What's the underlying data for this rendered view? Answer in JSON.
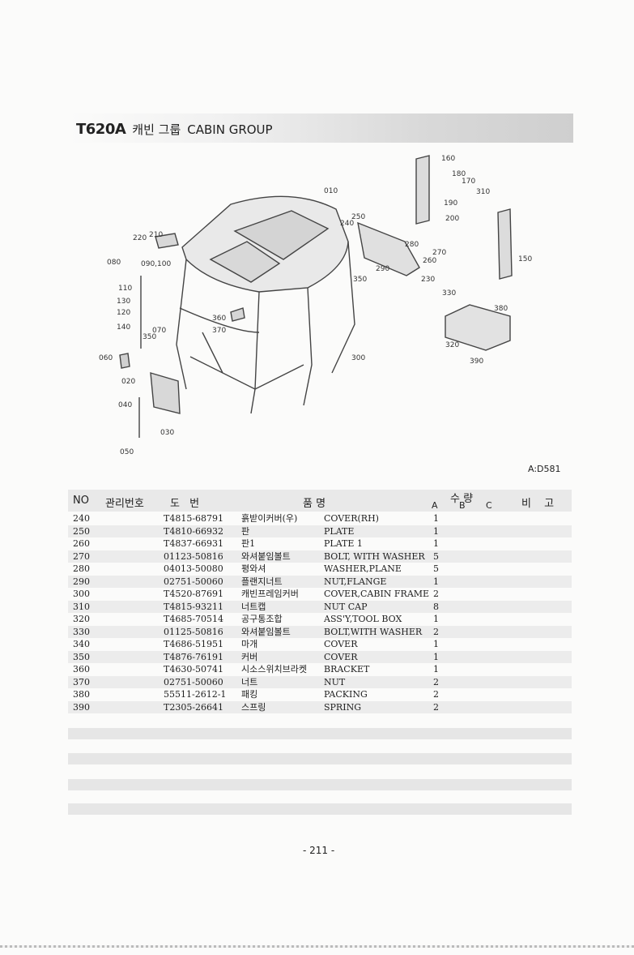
{
  "header": {
    "model": "T620A",
    "title_kr": "캐빈 그룹",
    "title_en": "CABIN GROUP"
  },
  "diagram": {
    "code": "A:D581",
    "callouts": [
      "010",
      "020",
      "030",
      "040",
      "050",
      "060",
      "070",
      "080",
      "090,100",
      "110",
      "120",
      "130",
      "140",
      "150",
      "160",
      "170",
      "180",
      "190",
      "200",
      "210",
      "220",
      "230",
      "240",
      "250",
      "260",
      "270",
      "280",
      "290",
      "300",
      "310",
      "320",
      "330",
      "350",
      "350",
      "360",
      "370",
      "380",
      "390"
    ]
  },
  "table": {
    "headers": {
      "no": "NO",
      "mgmt": "관리번호",
      "part_no": "도   번",
      "name": "품          명",
      "qty": "수 량",
      "qty_a": "A",
      "qty_b": "B",
      "qty_c": "C",
      "remarks": "비 고"
    },
    "rows": [
      {
        "no": "240",
        "part": "T4815-68791",
        "kr": "흙받이커버(우)",
        "en": "COVER(RH)",
        "qa": "1"
      },
      {
        "no": "250",
        "part": "T4810-66932",
        "kr": "판",
        "en": "PLATE",
        "qa": "1"
      },
      {
        "no": "260",
        "part": "T4837-66931",
        "kr": "판1",
        "en": "PLATE 1",
        "qa": "1"
      },
      {
        "no": "270",
        "part": "01123-50816",
        "kr": "와셔붙임볼트",
        "en": "BOLT, WITH WASHER",
        "qa": "5"
      },
      {
        "no": "280",
        "part": "04013-50080",
        "kr": "평와셔",
        "en": "WASHER,PLANE",
        "qa": "5"
      },
      {
        "no": "290",
        "part": "02751-50060",
        "kr": "플랜지너트",
        "en": "NUT,FLANGE",
        "qa": "1"
      },
      {
        "no": "300",
        "part": "T4520-87691",
        "kr": "캐빈프레임커버",
        "en": "COVER,CABIN FRAME",
        "qa": "2"
      },
      {
        "no": "310",
        "part": "T4815-93211",
        "kr": "너트캡",
        "en": "NUT CAP",
        "qa": "8"
      },
      {
        "no": "320",
        "part": "T4685-70514",
        "kr": "공구통조합",
        "en": "ASS'Y,TOOL BOX",
        "qa": "1"
      },
      {
        "no": "330",
        "part": "01125-50816",
        "kr": "와셔붙임볼트",
        "en": "BOLT,WITH WASHER",
        "qa": "2"
      },
      {
        "no": "340",
        "part": "T4686-51951",
        "kr": "마개",
        "en": "COVER",
        "qa": "1"
      },
      {
        "no": "350",
        "part": "T4876-76191",
        "kr": "커버",
        "en": "COVER",
        "qa": "1"
      },
      {
        "no": "360",
        "part": "T4630-50741",
        "kr": "시소스위치브라켓",
        "en": "BRACKET",
        "qa": "1"
      },
      {
        "no": "370",
        "part": "02751-50060",
        "kr": "너트",
        "en": "NUT",
        "qa": "2"
      },
      {
        "no": "380",
        "part": "55511-2612-1",
        "kr": "패킹",
        "en": "PACKING",
        "qa": "2"
      },
      {
        "no": "390",
        "part": "T2305-26641",
        "kr": "스프링",
        "en": "SPRING",
        "qa": "2"
      }
    ]
  },
  "footer": {
    "page": "- 211 -"
  }
}
